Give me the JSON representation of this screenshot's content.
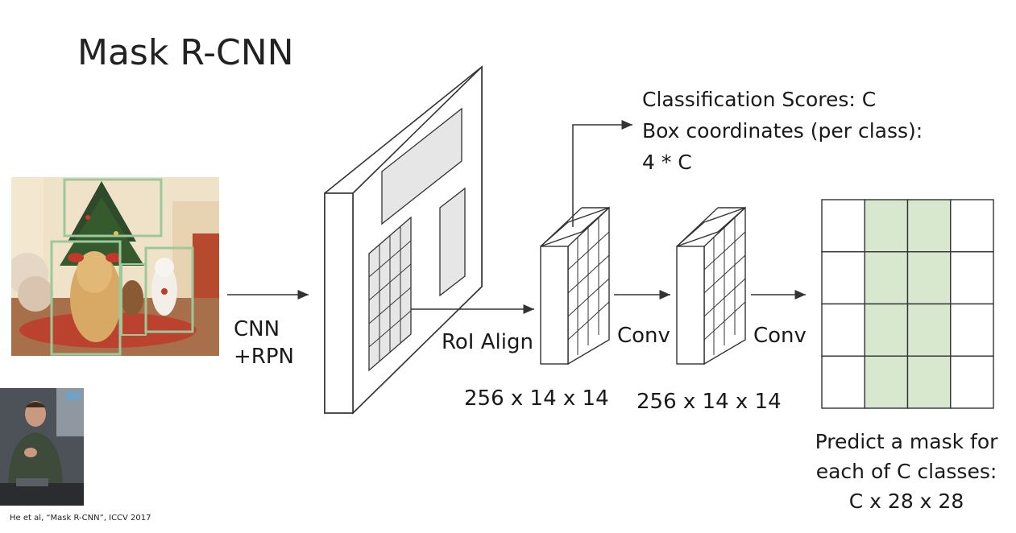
{
  "slide": {
    "title": "Mask R-CNN",
    "citation": "He et al, “Mask R-CNN”, ICCV 2017"
  },
  "pipeline": {
    "cnn_label_line1": "CNN",
    "cnn_label_line2": "+RPN",
    "roi_align_label": "RoI Align",
    "conv1_label": "Conv",
    "conv2_label": "Conv",
    "dims1": "256 x 14 x 14",
    "dims2": "256 x 14 x 14"
  },
  "outputs": {
    "classification": "Classification Scores: C",
    "box_coords": "Box coordinates (per class):",
    "box_coords_count": "4 * C"
  },
  "mask": {
    "caption_line1": "Predict a mask for",
    "caption_line2": "each of C classes:",
    "caption_line3": "C x 28 x 28",
    "grid_rows": 4,
    "grid_cols": 4,
    "highlight_color": "#d7e8cf",
    "highlighted_columns": [
      1,
      2
    ]
  },
  "photo": {
    "box_color": "#9cc89a"
  }
}
